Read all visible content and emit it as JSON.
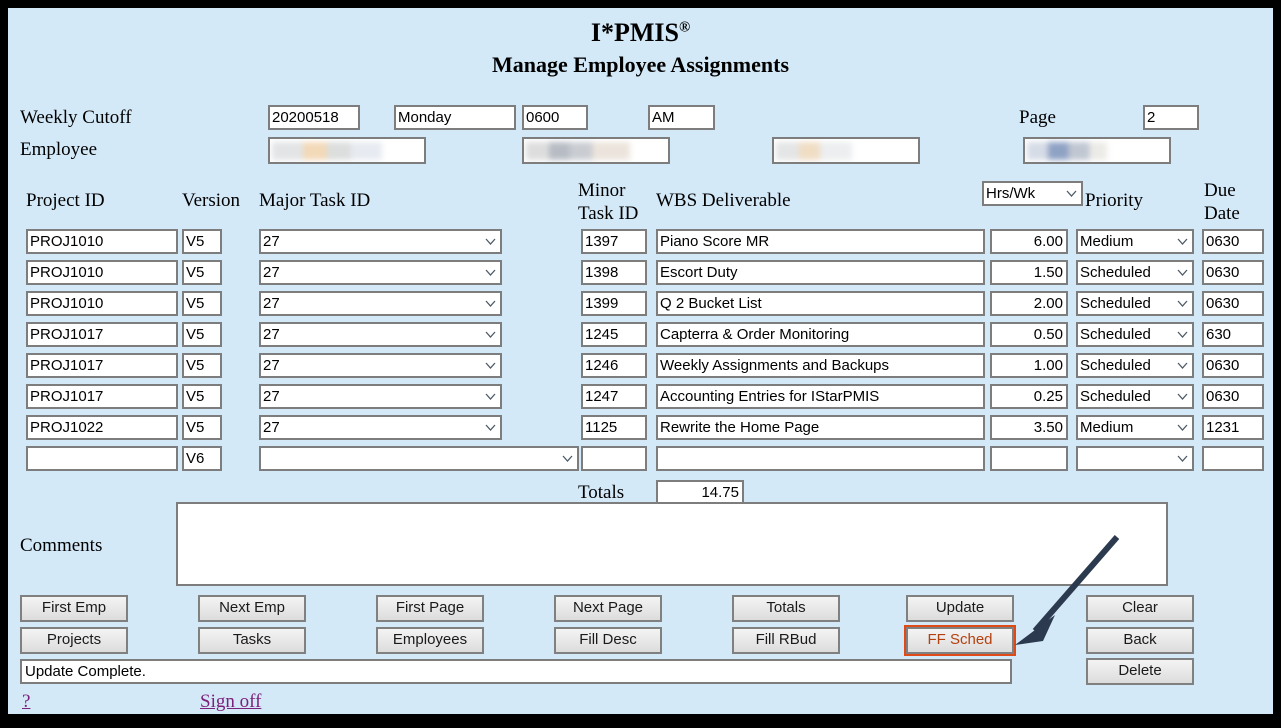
{
  "app": {
    "title": "I*PMIS",
    "title_mark": "®",
    "subtitle": "Manage Employee Assignments"
  },
  "header": {
    "weekly_cutoff_label": "Weekly Cutoff",
    "employee_label": "Employee",
    "page_label": "Page",
    "cutoff_date": "20200518",
    "cutoff_day": "Monday",
    "cutoff_time": "0600",
    "cutoff_meridiem": "AM",
    "page_number": "2",
    "employee_fields_redacted": 4
  },
  "columns": {
    "project_id": "Project ID",
    "version": "Version",
    "major_task_id": "Major Task ID",
    "minor_task_id_line1": "Minor",
    "minor_task_id_line2": "Task ID",
    "wbs_deliverable": "WBS Deliverable",
    "hrs_wk": "Hrs/Wk",
    "priority": "Priority",
    "due_date_line1": "Due",
    "due_date_line2": "Date"
  },
  "rows": [
    {
      "project_id": "PROJ1010",
      "version": "V5",
      "major_task_id": "27",
      "minor_task_id": "1397",
      "wbs": "Piano Score MR",
      "hrs": "6.00",
      "priority": "Medium",
      "due_date": "0630"
    },
    {
      "project_id": "PROJ1010",
      "version": "V5",
      "major_task_id": "27",
      "minor_task_id": "1398",
      "wbs": "Escort Duty",
      "hrs": "1.50",
      "priority": "Scheduled",
      "due_date": "0630"
    },
    {
      "project_id": "PROJ1010",
      "version": "V5",
      "major_task_id": "27",
      "minor_task_id": "1399",
      "wbs": "Q 2  Bucket List",
      "hrs": "2.00",
      "priority": "Scheduled",
      "due_date": "0630"
    },
    {
      "project_id": "PROJ1017",
      "version": "V5",
      "major_task_id": "27",
      "minor_task_id": "1245",
      "wbs": "Capterra & Order Monitoring",
      "hrs": "0.50",
      "priority": "Scheduled",
      "due_date": "630"
    },
    {
      "project_id": "PROJ1017",
      "version": "V5",
      "major_task_id": "27",
      "minor_task_id": "1246",
      "wbs": "Weekly Assignments and Backups",
      "hrs": "1.00",
      "priority": "Scheduled",
      "due_date": "0630"
    },
    {
      "project_id": "PROJ1017",
      "version": "V5",
      "major_task_id": "27",
      "minor_task_id": "1247",
      "wbs": "Accounting Entries for IStarPMIS",
      "hrs": "0.25",
      "priority": "Scheduled",
      "due_date": "0630"
    },
    {
      "project_id": "PROJ1022",
      "version": "V5",
      "major_task_id": "27",
      "minor_task_id": "1125",
      "wbs": "Rewrite the Home Page",
      "hrs": "3.50",
      "priority": "Medium",
      "due_date": "1231"
    },
    {
      "project_id": "",
      "version": "V6",
      "major_task_id": "",
      "minor_task_id": "",
      "wbs": "",
      "hrs": "",
      "priority": "",
      "due_date": ""
    }
  ],
  "totals": {
    "label": "Totals",
    "value": "14.75"
  },
  "comments": {
    "label": "Comments",
    "value": "",
    "placeholder": ""
  },
  "buttons": {
    "first_emp": "First Emp",
    "next_emp": "Next Emp",
    "first_page": "First Page",
    "next_page": "Next Page",
    "totals": "Totals",
    "update": "Update",
    "clear": "Clear",
    "projects": "Projects",
    "tasks": "Tasks",
    "employees": "Employees",
    "fill_desc": "Fill Desc",
    "fill_rbud": "Fill RBud",
    "ff_sched": "FF Sched",
    "back": "Back",
    "delete": "Delete"
  },
  "status": {
    "message": "Update Complete."
  },
  "footer": {
    "help_link": "?",
    "signoff_link": "Sign off"
  },
  "colors": {
    "page_background": "#d4e9f8",
    "frame_border": "#000000",
    "input_border": "#7d7d7d",
    "button_face": "#dcdcdc",
    "link": "#7b217b",
    "highlight": "#e04a18",
    "annotation_arrow": "#2b3a4f"
  },
  "annotation": {
    "arrow_target": "FF Sched",
    "arrow_direction": "down-left"
  }
}
